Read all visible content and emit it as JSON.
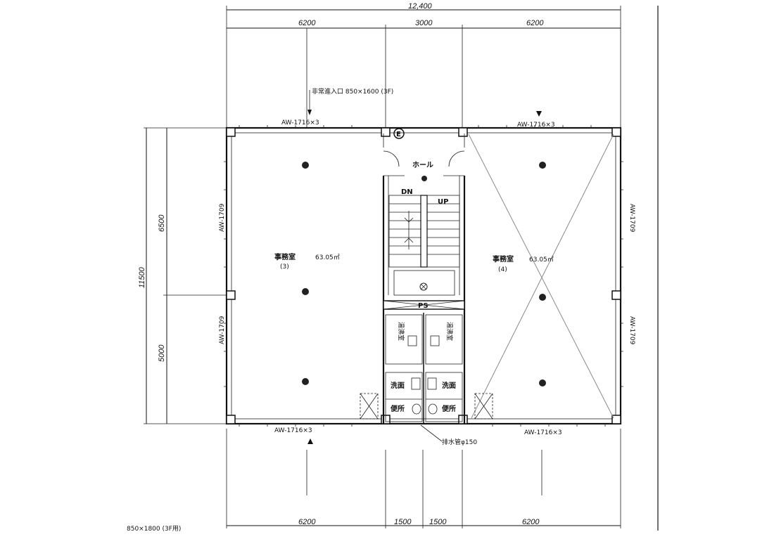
{
  "dimensions": {
    "top_total": "12,400",
    "top_left": "6200",
    "top_middle": "3000",
    "top_right": "6200",
    "bottom_left": "6200",
    "bottom_mid_a": "1500",
    "bottom_mid_b": "1500",
    "bottom_right": "6200",
    "left_total": "11500",
    "left_upper": "6500",
    "left_lower": "5000"
  },
  "annotations": {
    "emergency_entrance": "非常進入口 850×1600 (3F)",
    "window_top_left": "AW-1716×3",
    "window_top_right": "AW-1716×3",
    "window_bottom_left": "AW-1716×3",
    "window_bottom_right": "AW-1716×3",
    "window_side_left_upper": "AW-1709",
    "window_side_left_lower": "AW-1709",
    "window_side_right_upper": "AW-1709",
    "window_side_right_lower": "AW-1709",
    "drain_pipe": "排水管φ150",
    "bottom_note": "850×1800 (3F用)",
    "mark": "E"
  },
  "rooms": {
    "office_left_name": "事務室",
    "office_left_area": "63.05㎡",
    "office_left_no": "(3)",
    "office_right_name": "事務室",
    "office_right_area": "63.05㎡",
    "office_right_no": "(4)",
    "hall": "ホール",
    "ps": "PS",
    "stair_down": "DN",
    "stair_up": "UP",
    "elevator_left": "湯沸室",
    "elevator_right": "湯沸室",
    "washroom_left": "洗面",
    "washroom_right": "洗面",
    "toilet_left": "便所",
    "toilet_right": "便所"
  }
}
